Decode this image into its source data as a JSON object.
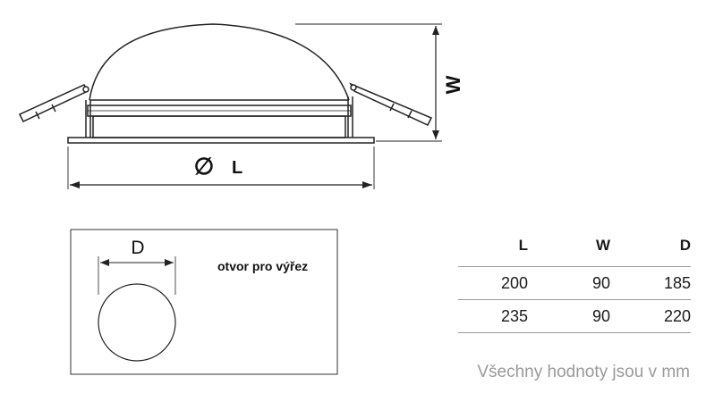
{
  "diagram": {
    "diameter_symbol": "∅",
    "length_label": "L",
    "height_label": "W",
    "cutout_diameter_label": "D",
    "cutout_caption": "otvor pro výřez"
  },
  "table": {
    "headers": [
      "L",
      "W",
      "D"
    ],
    "rows": [
      [
        "200",
        "90",
        "185"
      ],
      [
        "235",
        "90",
        "220"
      ]
    ]
  },
  "footnote": "Všechny hodnoty jsou v mm"
}
